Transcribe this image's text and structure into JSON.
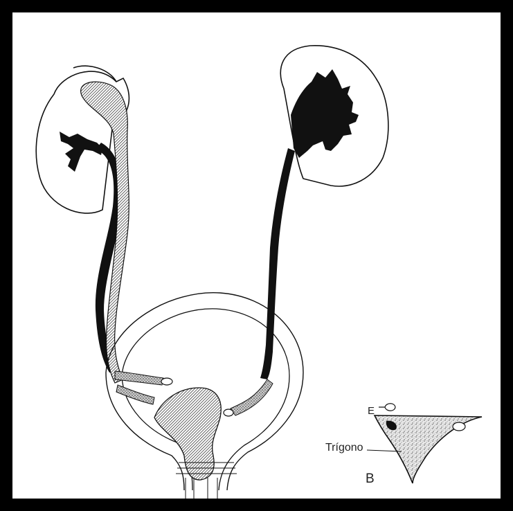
{
  "labels": {
    "e": "E",
    "trigono": "Trígono",
    "panel": "B"
  },
  "colors": {
    "background": "#000000",
    "paper": "#ffffff",
    "ink": "#111111",
    "stipple": "#9a9a9a"
  }
}
